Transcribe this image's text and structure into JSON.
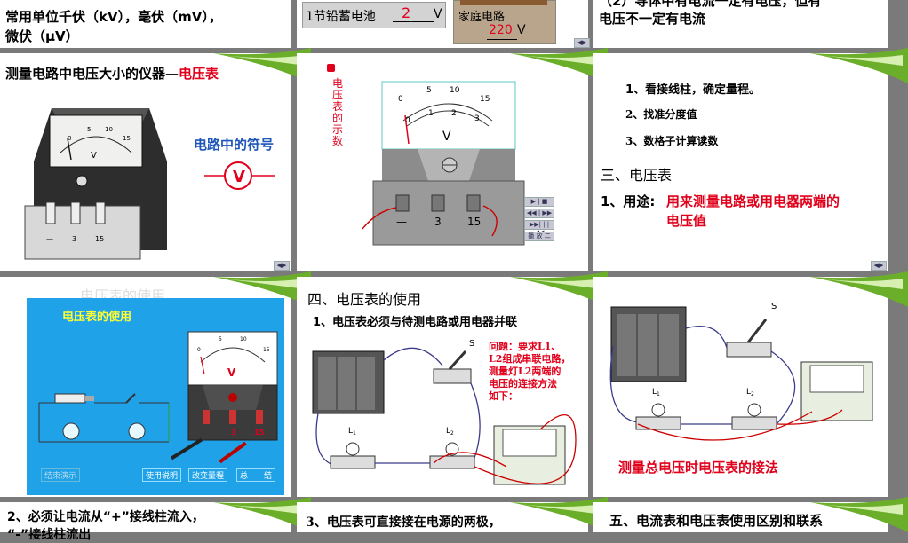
{
  "slides": {
    "s1": {
      "line1": "常用单位千伏（kV），毫伏（mV），",
      "line2": "微伏（μV）"
    },
    "s2": {
      "battery_label": "1节铅蓄电池",
      "battery_value": "2",
      "battery_unit": "V",
      "home_label": "家庭电路",
      "home_value": "220",
      "home_unit": "V"
    },
    "s3": {
      "line1": "（2）导体中有电流一定有电压，但有",
      "line2": "电压不一定有电流"
    },
    "s4": {
      "title_prefix": "测量电路中电压大小的仪器—",
      "title_highlight": "电压表",
      "symbol_label": "电路中的符号",
      "symbol_letter": "V",
      "scale": [
        "0",
        "5",
        "10",
        "15"
      ],
      "terminals": [
        "—",
        "3",
        "15"
      ]
    },
    "s5": {
      "vertical_label": "电压表的示数",
      "scale_top": [
        "0",
        "5",
        "10",
        "15"
      ],
      "scale_bottom": [
        "0",
        "1",
        "2",
        "3"
      ],
      "dial_letter": "V",
      "terminals": [
        "—",
        "3",
        "15"
      ],
      "media_controls": [
        "▶ | ■",
        "◀◀ | ▶▶",
        "▶▶| | |◀◀",
        "播 放 二"
      ]
    },
    "s6": {
      "step1": "1、看接线柱，确定量程。",
      "step2": "2、找准分度值",
      "step3": "3、数格子计算读数",
      "section": "三、电压表",
      "usage_label": "1、用途:",
      "usage_line1": "用来测量电路或用电器两端的",
      "usage_line2": "电压值"
    },
    "s7": {
      "panel_title": "电压表的使用",
      "meter_scale": [
        "0",
        "5",
        "10",
        "15"
      ],
      "meter_letter": "V",
      "terminals": [
        "3",
        "15"
      ],
      "buttons": [
        "使用说明",
        "改变量程",
        "总　　结"
      ],
      "corner_button": "结束演示",
      "header_partial": "电压表的使用"
    },
    "s8": {
      "title": "四、电压表的使用",
      "rule1": "1、电压表必须与待测电路或用电器并联",
      "switch": "S",
      "lamp1": "L",
      "lamp1_sub": "1",
      "lamp2": "L",
      "lamp2_sub": "2",
      "question": [
        "问题：要求L1、",
        "L2组成串联电路，",
        "测量灯L2两端的",
        "电压的连接方法",
        "如下："
      ]
    },
    "s9": {
      "switch": "S",
      "lamp1": "L",
      "lamp1_sub": "1",
      "lamp2": "L",
      "lamp2_sub": "2",
      "caption": "测量总电压时电压表的接法"
    },
    "s10": {
      "line1": "2、必须让电流从“+”接线柱流入，",
      "line2": "“-”接线柱流出"
    },
    "s11": {
      "line1": "3、电压表可直接接在电源的两极，"
    },
    "s12": {
      "line1": "五、电流表和电压表使用区别和联系"
    }
  },
  "colors": {
    "accent_red": "#e0001b",
    "accent_blue": "#1d55b8",
    "panel_blue": "#1fa2e8",
    "slide_bg": "#ffffff",
    "divider": "#7a7a7a"
  }
}
